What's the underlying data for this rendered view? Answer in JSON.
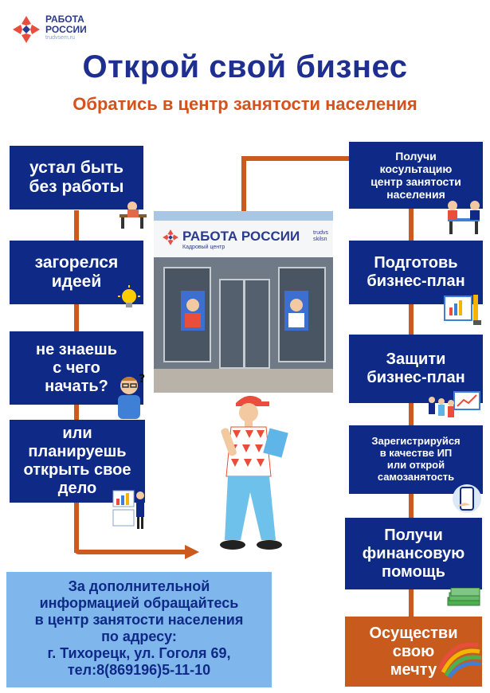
{
  "logo": {
    "line1": "РАБОТА",
    "line2": "РОССИИ",
    "site": "trudvsem.ru"
  },
  "title": "Открой свой бизнес",
  "subtitle": "Обратись в центр занятости населения",
  "left_steps": [
    {
      "lines": [
        "устал быть",
        "без работы"
      ]
    },
    {
      "lines": [
        "загорелся",
        "идеей"
      ]
    },
    {
      "lines": [
        "не знаешь",
        "с чего",
        "начать?"
      ]
    },
    {
      "lines": [
        "или",
        "планируешь",
        "открыть свое",
        "дело"
      ]
    }
  ],
  "right_steps": [
    {
      "lines": [
        "Получи",
        "косультацию",
        "центр занятости",
        "населения"
      ]
    },
    {
      "lines": [
        "Подготовь",
        "бизнес-план"
      ]
    },
    {
      "lines": [
        "Защити",
        "бизнес-план"
      ]
    },
    {
      "lines": [
        "Зарегистрируйся",
        "в качестве ИП",
        "или открой",
        "самозанятость"
      ]
    },
    {
      "lines": [
        "Получи",
        "финансовую",
        "помощь"
      ]
    },
    {
      "lines": [
        "Осуществи",
        "свою",
        "мечту"
      ]
    }
  ],
  "photo": {
    "sign": "РАБОТА РОССИИ",
    "sign_sub": "Кадровый центр",
    "side_text": "trudvs skilsn"
  },
  "info": {
    "lines": [
      "За дополнительной",
      "информацией обращайтесь",
      "в центр занятости населения",
      "по адресу:",
      "г. Тихорецк, ул. Гоголя 69,",
      "тел:8(869196)5-11-10"
    ]
  },
  "colors": {
    "navy": "#0f2a86",
    "orange": "#cc5a1f",
    "light_blue": "#7fb6ec",
    "title_blue": "#1e2f8f",
    "subtitle_orange": "#d4531d"
  }
}
